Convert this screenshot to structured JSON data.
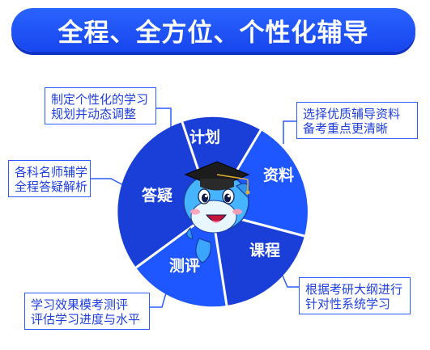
{
  "banner": {
    "title": "全程、全方位、个性化辅导"
  },
  "segments": {
    "plan": "计划",
    "materials": "资料",
    "course": "课程",
    "test": "测评",
    "qa": "答疑"
  },
  "callouts": {
    "plan": {
      "line1": "制定个性化的学习",
      "line2": "规划并动态调整"
    },
    "materials": {
      "line1": "选择优质辅导资料",
      "line2": "备考重点更清晰"
    },
    "qa": {
      "line1": "各科名师辅学",
      "line2": "全程答疑解析"
    },
    "course": {
      "line1": "根据考研大纲进行",
      "line2": "针对性系统学习"
    },
    "test": {
      "line1": "学习效果模考测评",
      "line2": "评估学习进度与水平"
    }
  },
  "colors": {
    "primary": "#1b4cf4",
    "segment_dark": "#1a3fd8",
    "segment_light": "#1e56ff",
    "callout_border": "#2b5cff",
    "callout_text": "#1f3fe0"
  }
}
